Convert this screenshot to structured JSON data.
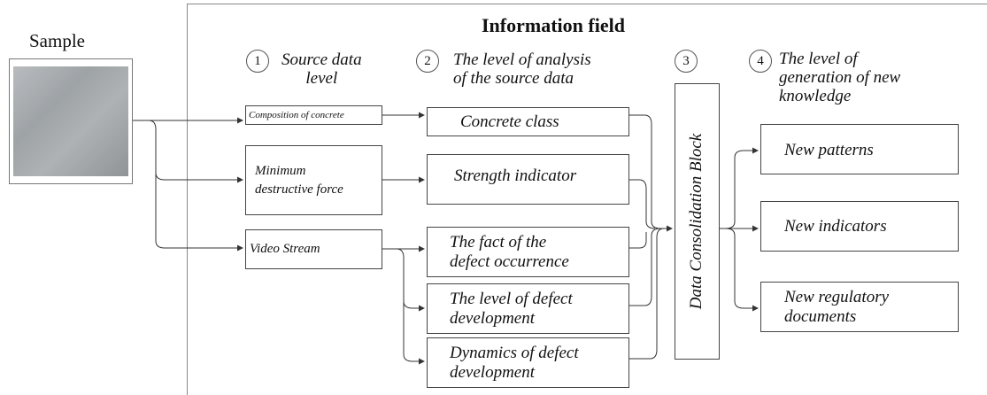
{
  "sample": {
    "label": "Sample"
  },
  "field": {
    "title": "Information field"
  },
  "columns": [
    {
      "num": "1",
      "heading_lines": [
        "Source data",
        "level"
      ]
    },
    {
      "num": "2",
      "heading_lines": [
        "The level of analysis",
        "of the source data"
      ]
    },
    {
      "num": "3",
      "heading_lines": []
    },
    {
      "num": "4",
      "heading_lines": [
        "The level of",
        "generation of new",
        "knowledge"
      ]
    }
  ],
  "source_boxes": [
    {
      "lines": [
        "Composition of concrete"
      ]
    },
    {
      "lines": [
        "Minimum",
        "destructive force"
      ]
    },
    {
      "lines": [
        "Video Stream"
      ]
    }
  ],
  "analysis_boxes": [
    {
      "lines": [
        "Concrete class"
      ]
    },
    {
      "lines": [
        "Strength indicator"
      ]
    },
    {
      "lines": [
        "The fact of the",
        "defect occurrence"
      ]
    },
    {
      "lines": [
        "The level of defect",
        "development"
      ]
    },
    {
      "lines": [
        "Dynamics of defect",
        "development"
      ]
    }
  ],
  "consolidation": {
    "label": "Data Consolidation Block"
  },
  "knowledge_boxes": [
    {
      "lines": [
        "New patterns"
      ]
    },
    {
      "lines": [
        "New indicators"
      ]
    },
    {
      "lines": [
        "New regulatory",
        "documents"
      ]
    }
  ]
}
